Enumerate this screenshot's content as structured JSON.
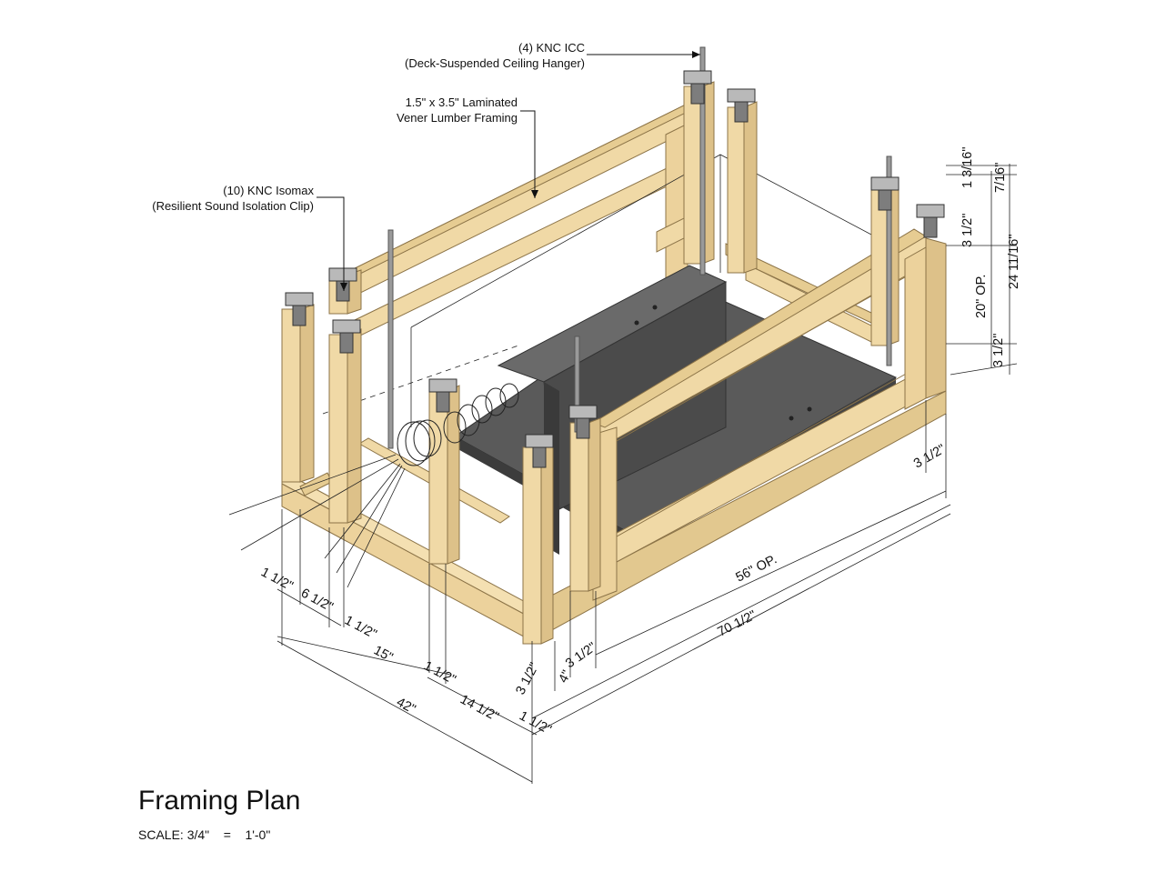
{
  "callouts": {
    "ceiling_hanger": {
      "line1": "(4) KNC ICC",
      "line2": "(Deck-Suspended Ceiling Hanger)"
    },
    "framing": {
      "line1": "1.5\" x 3.5\" Laminated",
      "line2": "Vener Lumber Framing"
    },
    "isolation_clip": {
      "line1": "(10) KNC Isomax",
      "line2": "(Resilient Sound Isolation Clip)"
    }
  },
  "dimensions": {
    "d_1_3_16": "1 3/16\"",
    "d_7_16": "7/16\"",
    "d_3_1_2_top": "3 1/2\"",
    "d_20_op": "20\" OP.",
    "d_24_11_16": "24 11/16\"",
    "d_3_1_2_right": "3 1/2\"",
    "d_3_1_2_side": "3 1/2\"",
    "d_56_op": "56\" OP.",
    "d_70_1_2": "70 1/2\"",
    "d_1_1_2_a": "1 1/2\"",
    "d_6_1_2": "6 1/2\"",
    "d_1_1_2_b": "1 1/2\"",
    "d_15": "15\"",
    "d_1_1_2_c": "1 1/2\"",
    "d_42": "42\"",
    "d_14_1_2": "14 1/2\"",
    "d_1_1_2_d": "1 1/2\"",
    "d_3_1_2_front": "3 1/2\"",
    "d_4": "4\"",
    "d_3_1_2_front2": "3 1/2\""
  },
  "title": "Framing Plan",
  "scale": {
    "label": "SCALE: 3/4\"",
    "eq": "=",
    "value": "1'-0\""
  },
  "colors": {
    "wood": "#f0d9a6",
    "wood_dark": "#d9bd85",
    "wood_edge": "#b79a62",
    "steel": "#585858",
    "steel_dark": "#3e3e3e",
    "clip": "#9a9a9a"
  }
}
